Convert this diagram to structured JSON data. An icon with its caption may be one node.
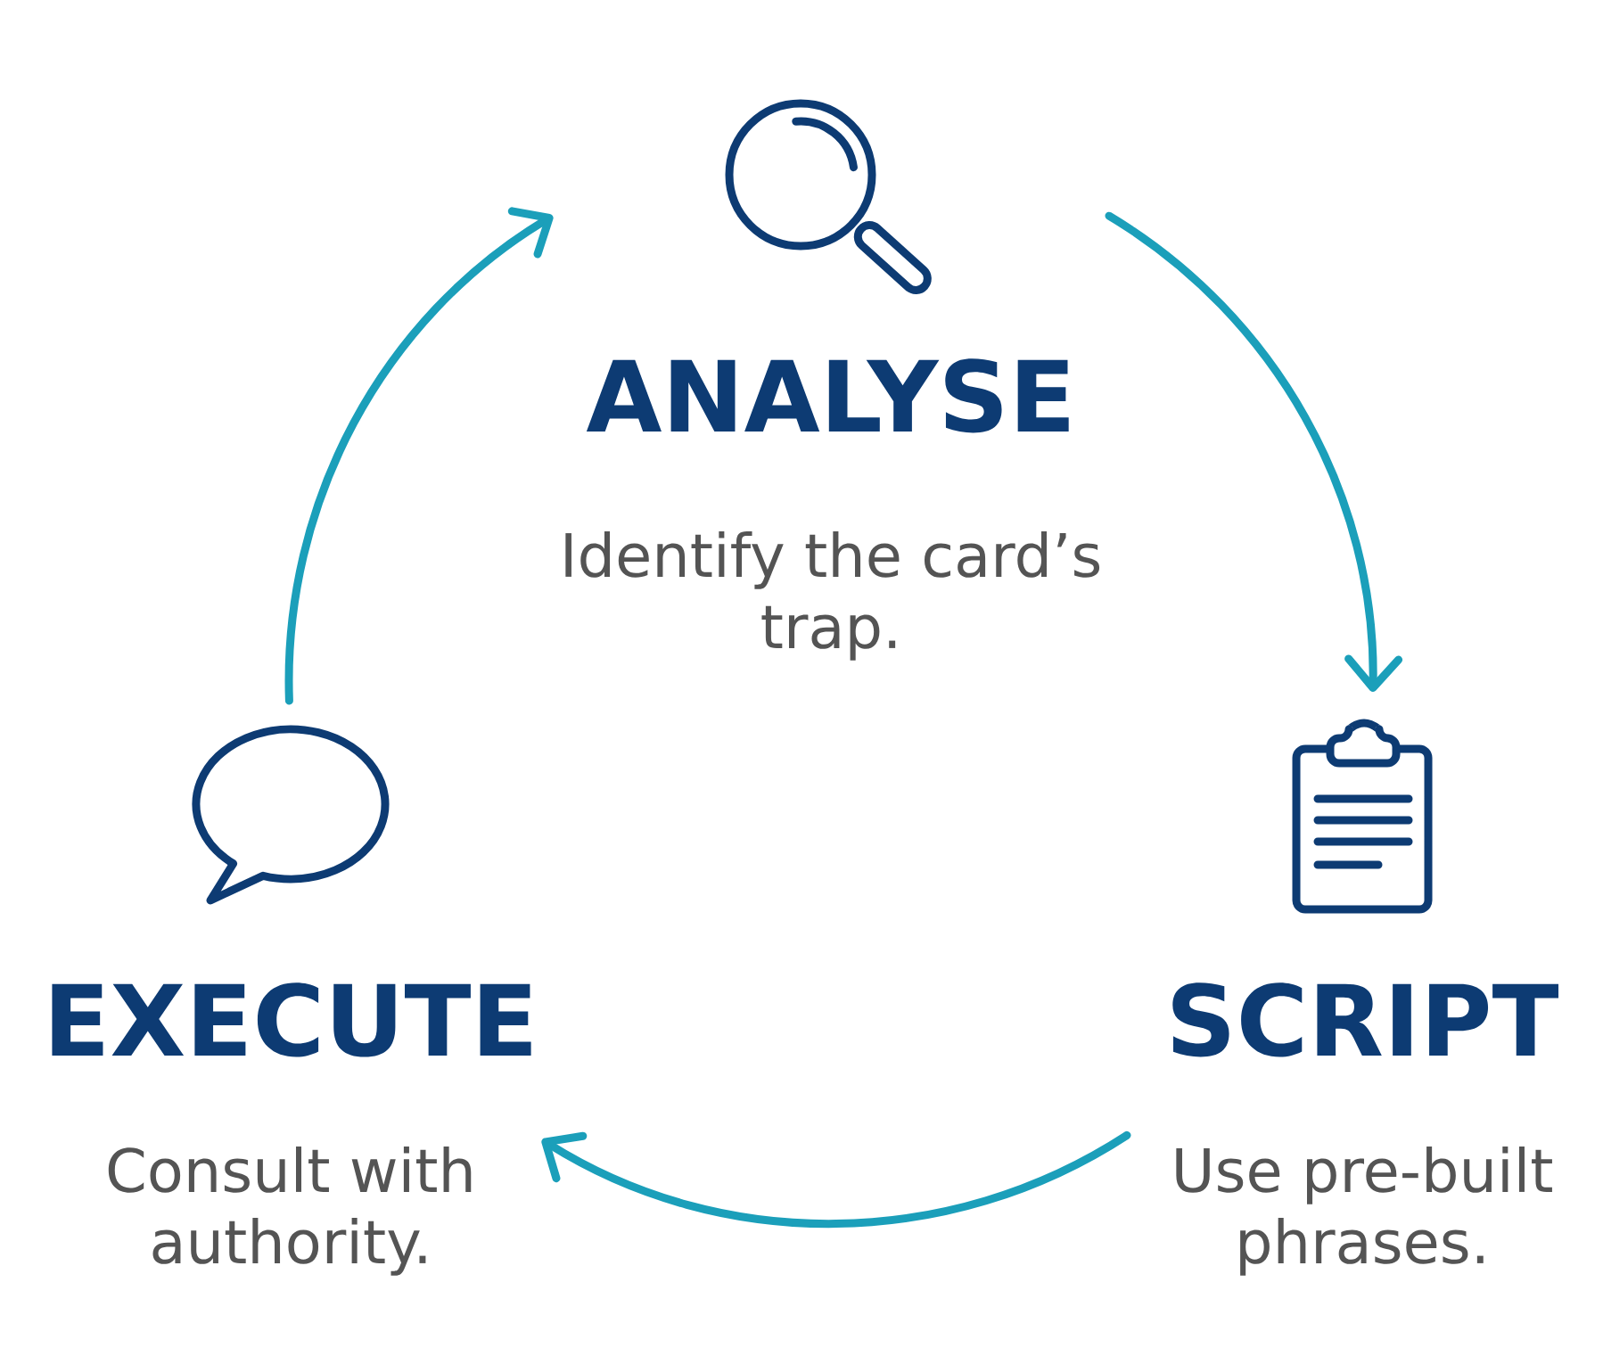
{
  "diagram": {
    "nodes": [
      {
        "text": [
          "ANALYSE",
          "Identify the card’s trap."
        ]
      },
      {
        "text": [
          "EXECUTE",
          "Consult with authority."
        ]
      },
      {
        "text": [
          "SCRIPT",
          "Use pre-built phrases."
        ]
      }
    ],
    "edges": [
      {
        "from": 1,
        "to": 0,
        "arrow": "to"
      },
      {
        "from": 0,
        "to": 2,
        "arrow": "to"
      },
      {
        "from": 2,
        "to": 1,
        "arrow": "to"
      }
    ]
  }
}
